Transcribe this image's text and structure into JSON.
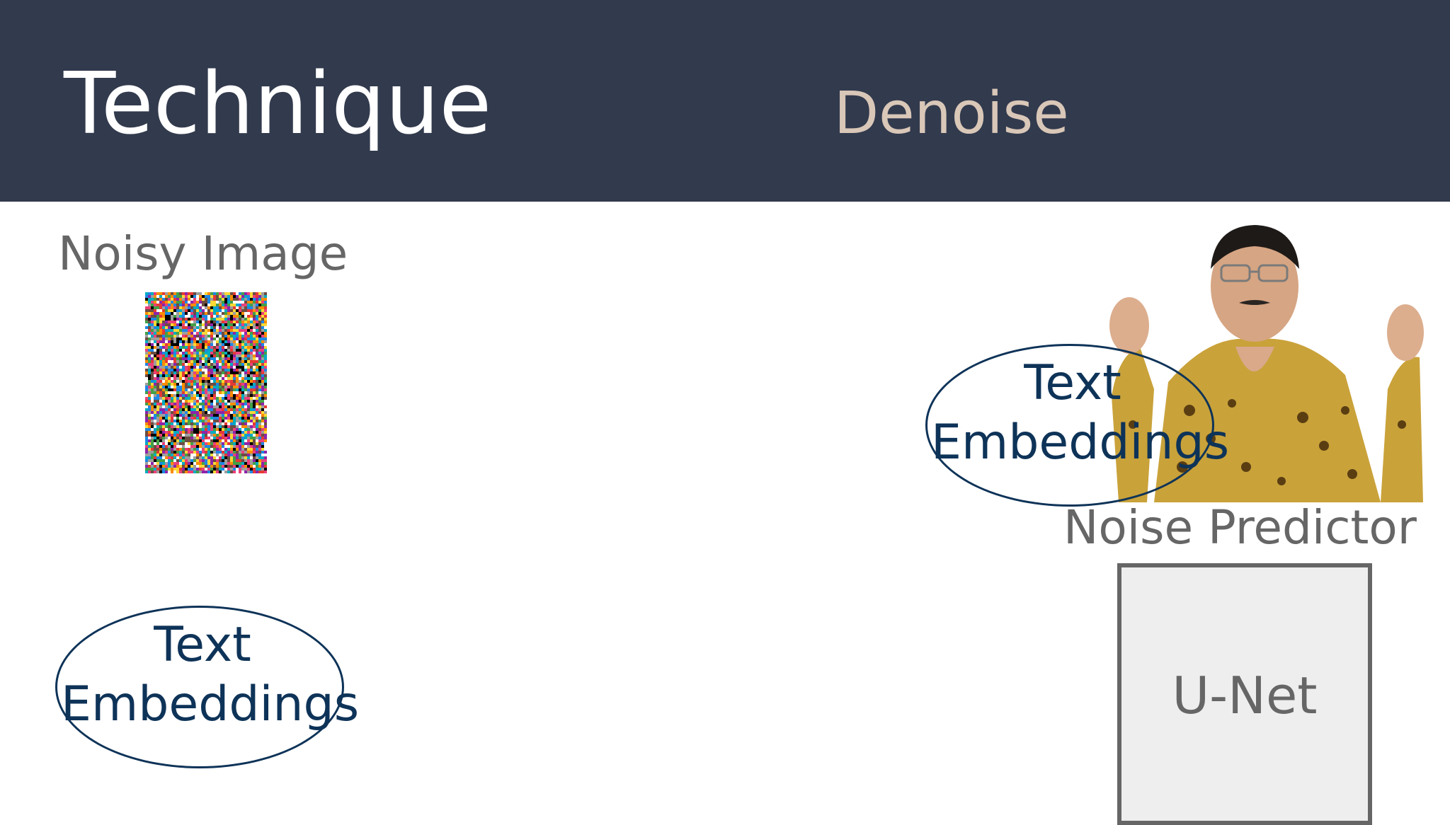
{
  "header": {
    "title": "Technique",
    "subtitle": "Denoise",
    "background": "#323a4d"
  },
  "diagram": {
    "noisy_image_label": "Noisy Image",
    "text_embeddings_upper": "Text Embeddings",
    "text_embeddings_lower": "Text Embeddings",
    "noise_predictor_label": "Noise Predictor",
    "unet_label": "U-Net",
    "colors": {
      "ellipse_stroke": "#0e3358",
      "label_gray": "#666666",
      "unet_fill": "#eeeeee"
    }
  }
}
